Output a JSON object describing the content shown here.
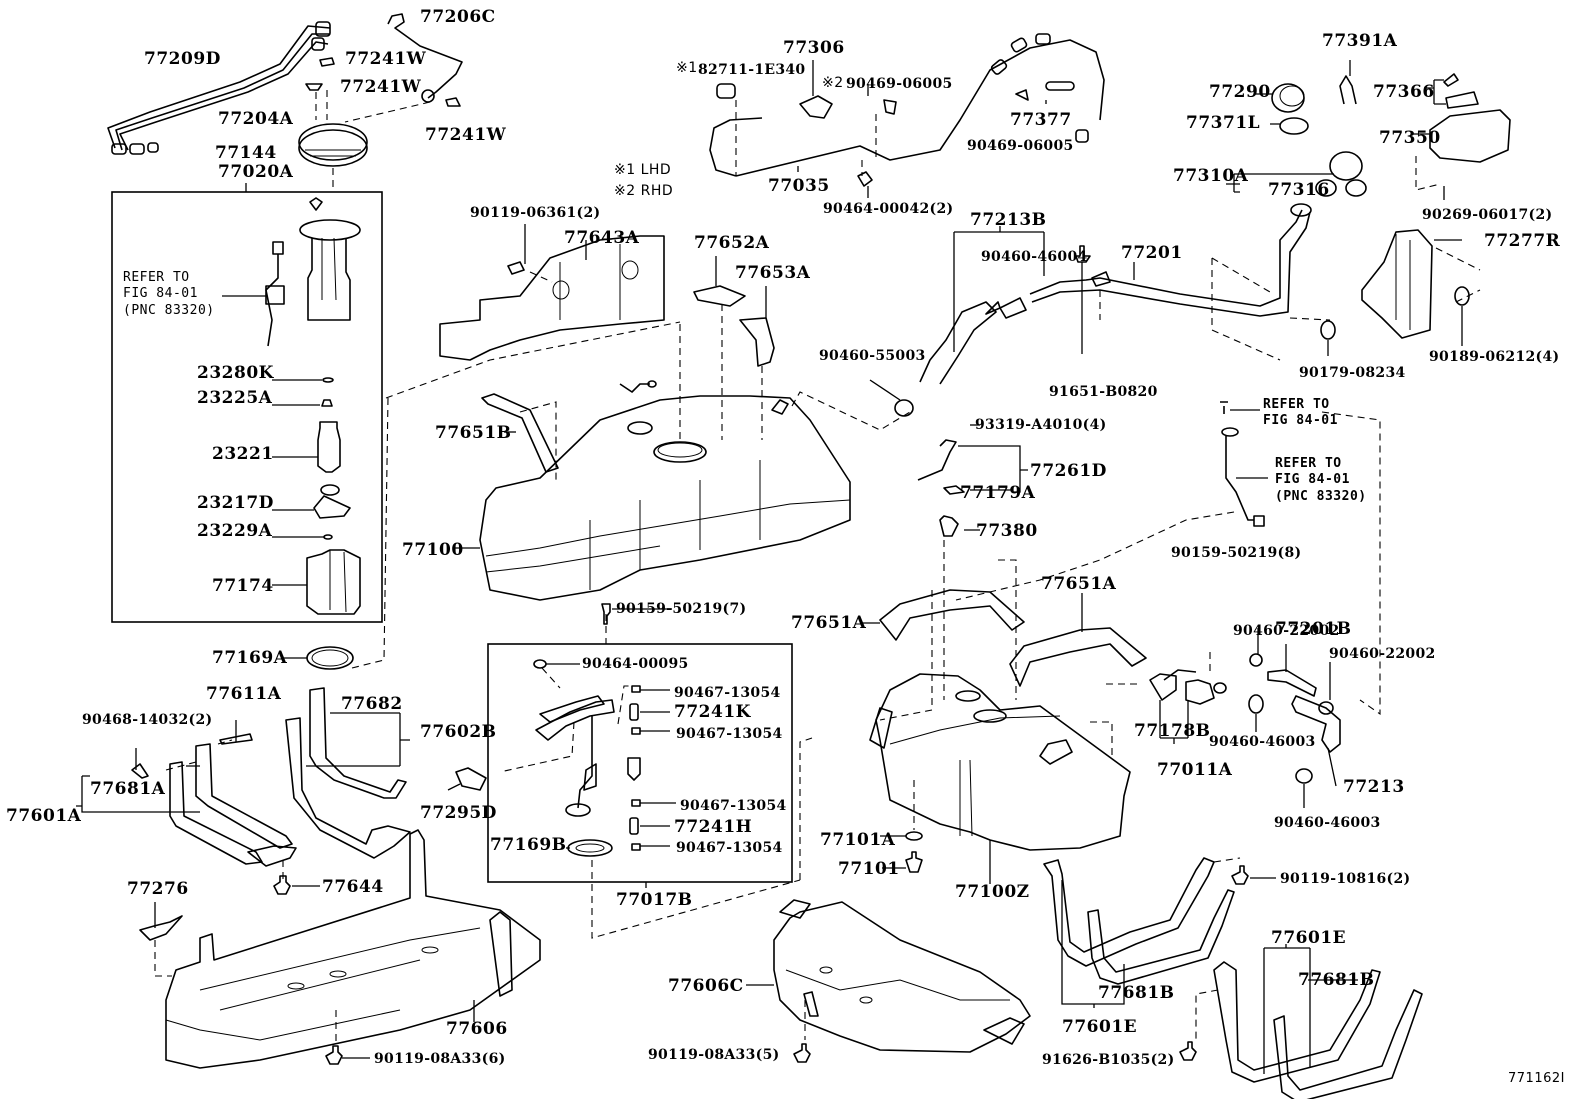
{
  "diagram": {
    "title_code": "771162I",
    "legend": [
      {
        "mark": "※1",
        "text": "LHD"
      },
      {
        "mark": "※2",
        "text": "RHD"
      }
    ],
    "notes": {
      "refer_pump": [
        "REFER TO",
        "FIG 84-01",
        "(PNC 83320)"
      ],
      "refer_bolt": [
        "REFER TO",
        "FIG 84-01"
      ],
      "refer_sender": [
        "REFER TO",
        "FIG 84-01",
        "(PNC 83320)"
      ]
    },
    "parts": {
      "p77209D": "77209D",
      "p77206C": "77206C",
      "p77241W_a": "77241W",
      "p77241W_b": "77241W",
      "p77241W_c": "77241W",
      "p77204A": "77204A",
      "p77144": "77144",
      "p77020A": "77020A",
      "p23280K": "23280K",
      "p23225A": "23225A",
      "p23221": "23221",
      "p23217D": "23217D",
      "p23229A": "23229A",
      "p77174": "77174",
      "p77169A": "77169A",
      "p82711_1E340": "82711-1E340",
      "p77306": "77306",
      "p90469_06005_a": "90469-06005",
      "p77377": "77377",
      "p90469_06005_b": "90469-06005",
      "p77035": "77035",
      "p90464_00042": "90464-00042(2)",
      "p90119_06361": "90119-06361(2)",
      "p77643A": "77643A",
      "p77652A": "77652A",
      "p77653A": "77653A",
      "p77213B": "77213B",
      "p90460_46004": "90460-46004",
      "p77201": "77201",
      "p90460_55003": "90460-55003",
      "p91651_B0820": "91651-B0820",
      "p90179_08234": "90179-08234",
      "p77391A": "77391A",
      "p77290": "77290",
      "p77366": "77366",
      "p77371L": "77371L",
      "p77350": "77350",
      "p77310A": "77310A",
      "p77316": "77316",
      "p90269_06017": "90269-06017(2)",
      "p77277R": "77277R",
      "p90189_06212": "90189-06212(4)",
      "p77651B": "77651B",
      "p77100": "77100",
      "p93319_A4010": "93319-A4010(4)",
      "p77261D": "77261D",
      "p77179A": "77179A",
      "p77380": "77380",
      "p90159_50219_7": "90159-50219(7)",
      "p77651A_a": "77651A",
      "p77651A_b": "77651A",
      "p90159_50219_8": "90159-50219(8)",
      "p90460_22002_a": "90460-22002",
      "p77201B": "77201B",
      "p90460_22002_b": "90460-22002",
      "p77178B": "77178B",
      "p77011A": "77011A",
      "p90460_46003_a": "90460-46003",
      "p77213": "77213",
      "p90460_46003_b": "90460-46003",
      "p90464_00095": "90464-00095",
      "p90467_13054_a": "90467-13054",
      "p77241K": "77241K",
      "p90467_13054_b": "90467-13054",
      "p90467_13054_c": "90467-13054",
      "p77241H": "77241H",
      "p90467_13054_d": "90467-13054",
      "p77169B": "77169B",
      "p77017B": "77017B",
      "p77611A": "77611A",
      "p90468_14032": "90468-14032(2)",
      "p77681A": "77681A",
      "p77601A": "77601A",
      "p77682": "77682",
      "p77602B": "77602B",
      "p77295D": "77295D",
      "p77644": "77644",
      "p77276": "77276",
      "p77606": "77606",
      "p90119_08A33_6": "90119-08A33(6)",
      "p77101A": "77101A",
      "p77101": "77101",
      "p77100Z": "77100Z",
      "p77606C": "77606C",
      "p90119_08A33_5": "90119-08A33(5)",
      "p90119_10816": "90119-10816(2)",
      "p77681B_a": "77681B",
      "p77601E_a": "77601E",
      "p91626_B1035": "91626-B1035(2)",
      "p77601E_b": "77601E",
      "p77681B_b": "77681B"
    }
  }
}
